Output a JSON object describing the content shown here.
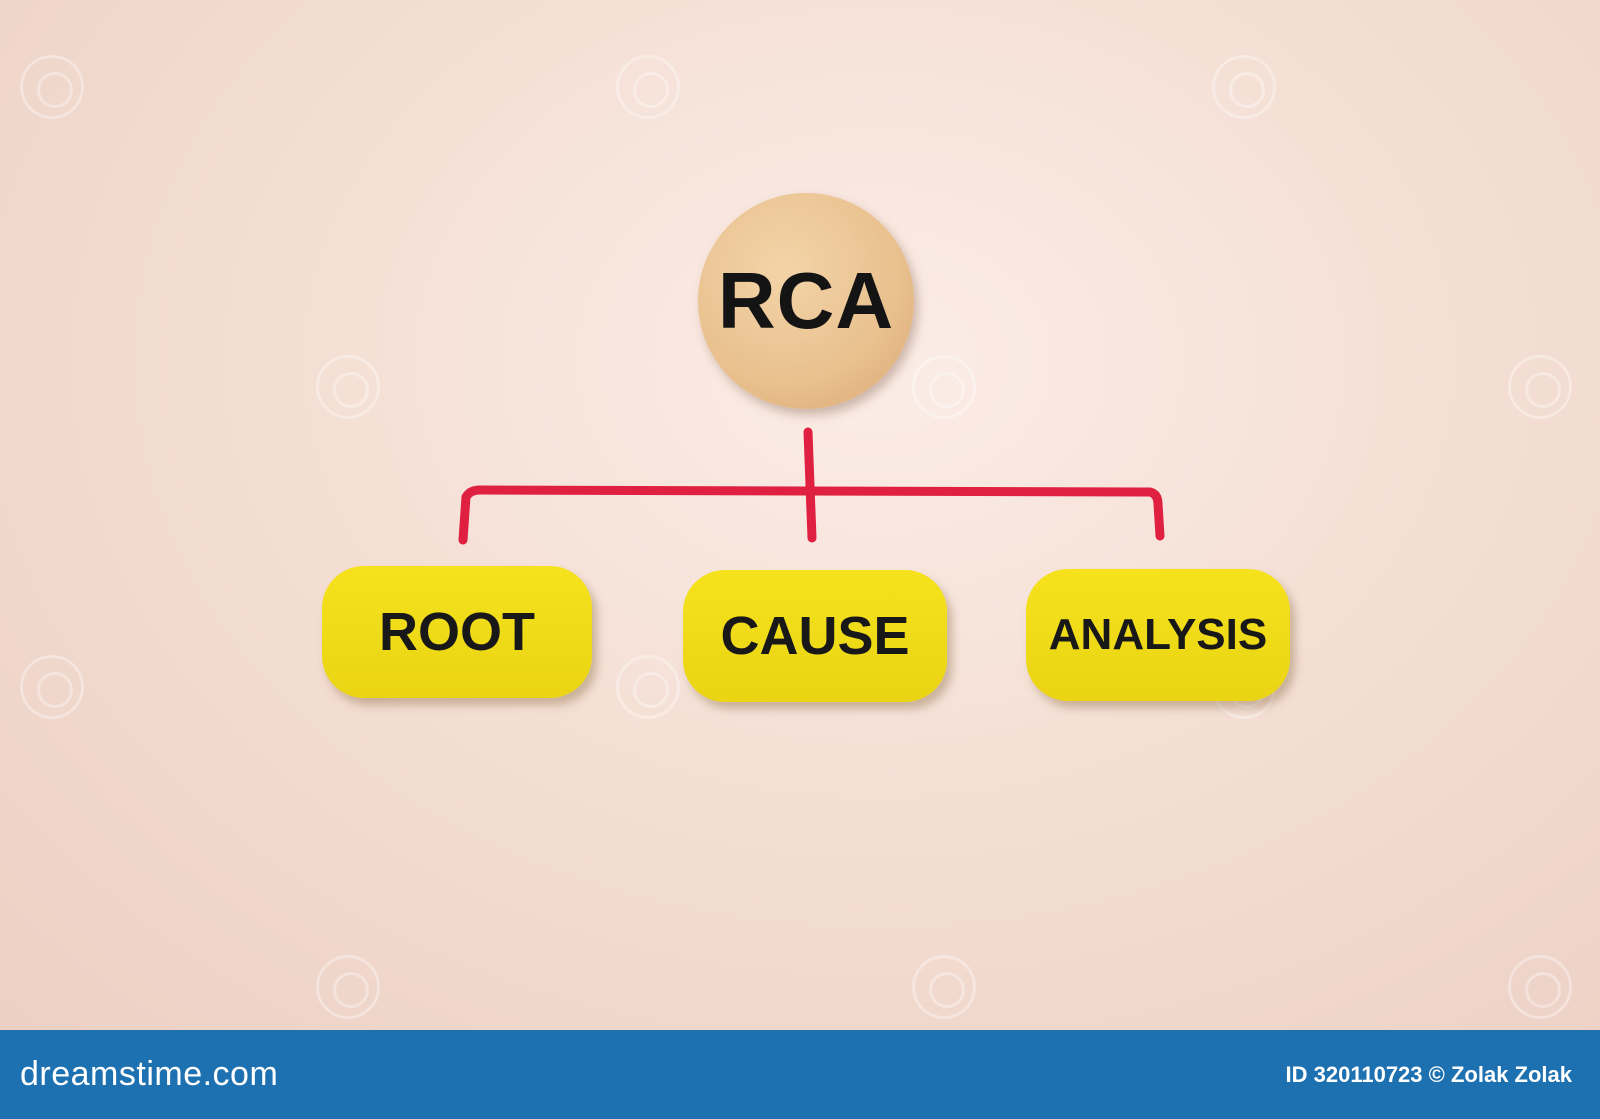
{
  "diagram": {
    "root": {
      "label": "RCA"
    },
    "children": [
      {
        "label": "ROOT"
      },
      {
        "label": "CAUSE"
      },
      {
        "label": "ANALYSIS"
      }
    ],
    "connector_color": "#e02040",
    "node_colors": {
      "root_disc": "#e9c08e",
      "child_pill": "#f0dc18"
    }
  },
  "footer": {
    "brand": "dreamstime.com",
    "credit": "ID 320110723 © Zolak Zolak",
    "background": "#1d71b0"
  }
}
